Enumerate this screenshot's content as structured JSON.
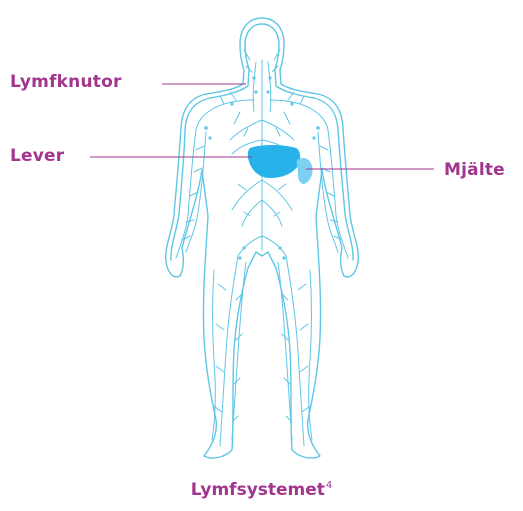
{
  "colors": {
    "outline": "#5fc6e6",
    "organ": "#27b2ea",
    "organ_light": "#7cd0f2",
    "label": "#a2358e",
    "leader": "#a2358e"
  },
  "labels": {
    "lymph_nodes": "Lymfknutor",
    "liver": "Lever",
    "spleen": "Mjälte"
  },
  "caption": {
    "title": "Lymfsystemet",
    "reference": "4"
  }
}
